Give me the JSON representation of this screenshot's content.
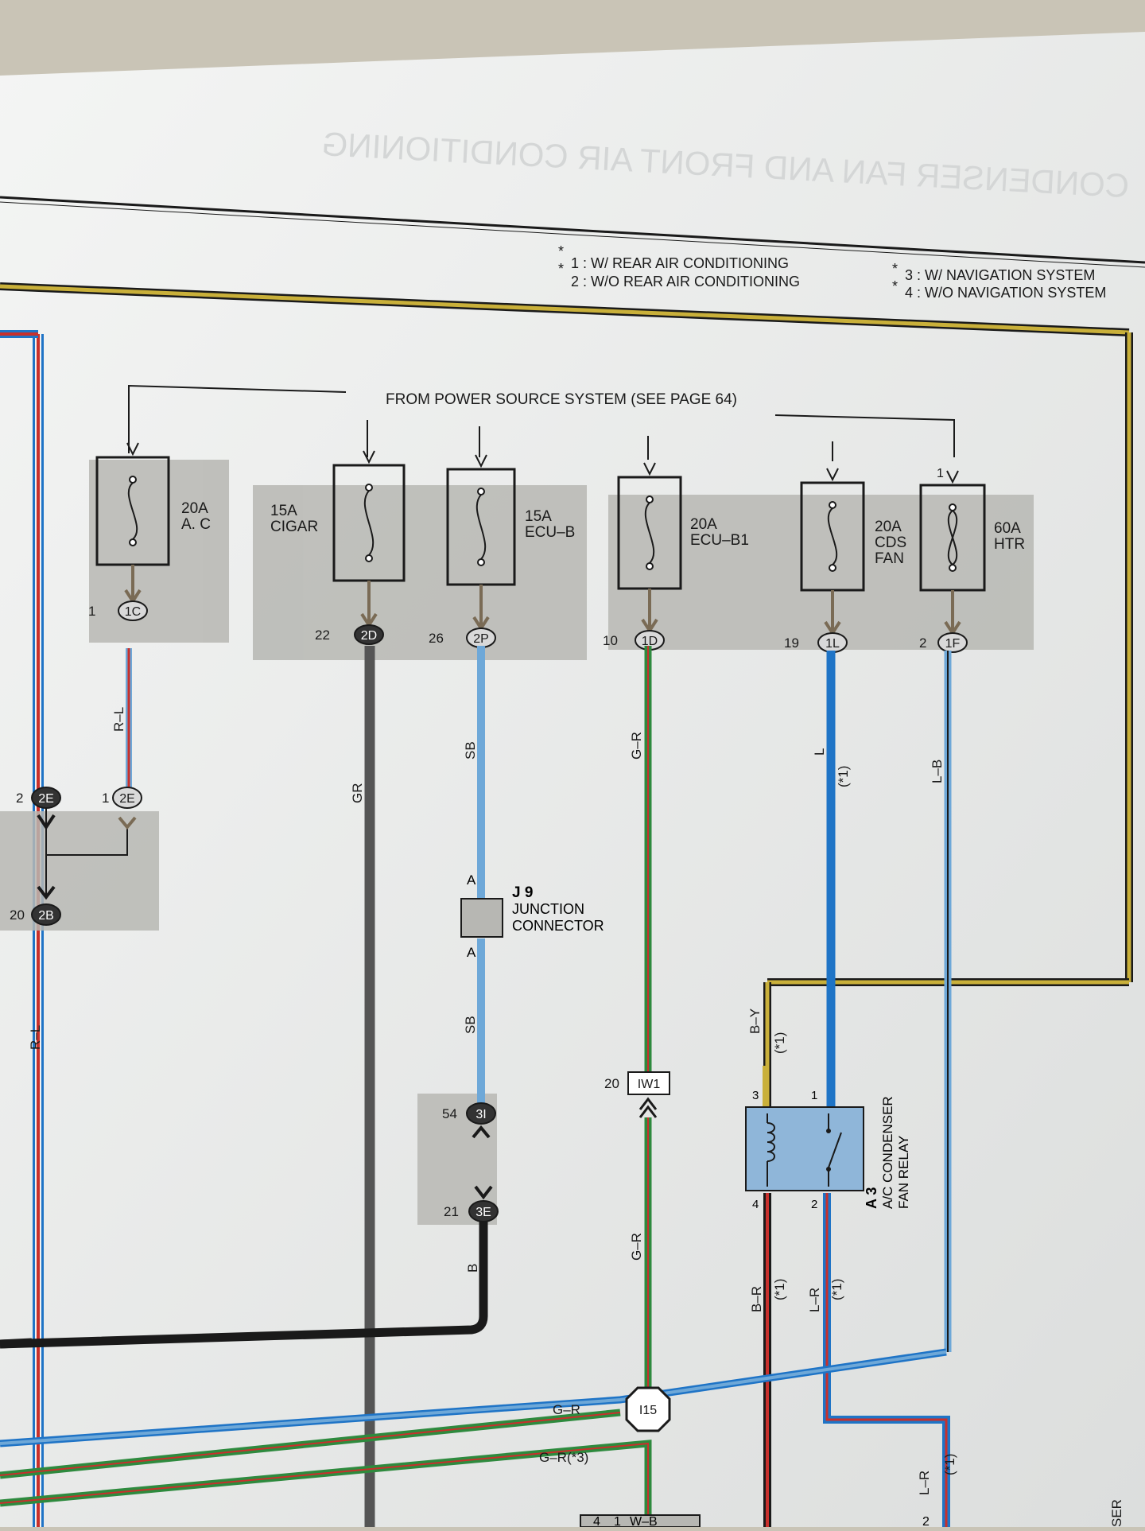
{
  "ghost_title": "CONDENSER FAN AND FRONT AIR CONDITIONING",
  "notes": [
    {
      "star": "*",
      "text": "1 : W/ REAR AIR CONDITIONING"
    },
    {
      "star": "*",
      "text": "2 : W/O REAR AIR CONDITIONING"
    },
    {
      "star": "*",
      "text": "3 : W/ NAVIGATION SYSTEM"
    },
    {
      "star": "*",
      "text": "4 : W/O NAVIGATION SYSTEM"
    }
  ],
  "power_source_label": "FROM POWER SOURCE SYSTEM (SEE PAGE 64)",
  "fuses": [
    {
      "id": "fuse-ac",
      "rating": "20A",
      "name": "A. C",
      "pin": "1",
      "connector": "1C",
      "wire": "R–L"
    },
    {
      "id": "fuse-cigar",
      "rating": "15A",
      "name": "CIGAR",
      "pin": "22",
      "connector": "2D",
      "wire": "GR"
    },
    {
      "id": "fuse-ecu-b",
      "rating": "15A",
      "name": "ECU–B",
      "pin": "26",
      "connector": "2P",
      "wire": "SB"
    },
    {
      "id": "fuse-ecu-b1",
      "rating": "20A",
      "name": "ECU–B1",
      "pin": "10",
      "connector": "1D",
      "wire": "G–R"
    },
    {
      "id": "fuse-cds-fan",
      "rating": "20A",
      "name": "CDS FAN",
      "pin": "19",
      "connector": "1L",
      "wire": "L"
    },
    {
      "id": "fuse-htr",
      "rating": "60A",
      "name": "HTR",
      "pin_top": "1",
      "pin": "2",
      "connector": "1F",
      "wire": "L–B"
    }
  ],
  "connectors": {
    "c2e_left": {
      "pin": "2",
      "label": "2E"
    },
    "c2e_right": {
      "pin": "1",
      "label": "2E"
    },
    "c2b": {
      "pin": "20",
      "label": "2B"
    },
    "c3i": {
      "pin": "54",
      "label": "3I"
    },
    "c3e": {
      "pin": "21",
      "label": "3E"
    },
    "iw1": {
      "pin": "20",
      "label": "IW1"
    },
    "i15": {
      "label": "I15"
    },
    "bottom": {
      "pin": "4",
      "pin2": "1",
      "label": "W–B"
    },
    "bottom_right_pin": "2"
  },
  "junction": {
    "code": "J 9",
    "name_line1": "JUNCTION",
    "name_line2": "CONNECTOR",
    "pin_top": "A",
    "pin_bottom": "A"
  },
  "relay": {
    "code": "A 3",
    "line1": "A/C CONDENSER",
    "line2": "FAN RELAY",
    "pin3": "3",
    "pin1": "1",
    "pin4": "4",
    "pin2": "2"
  },
  "wire_labels": {
    "r_l_top": "R–L",
    "r_l_left": "R–L",
    "sb_lower": "SB",
    "b": "B",
    "g_r_lower": "G–R",
    "star1_l": "(*1)",
    "b_y": "B–Y",
    "star1_by": "(*1)",
    "b_r": "B–R",
    "star1_br": "(*1)",
    "l_r": "L–R",
    "star1_lr": "(*1)",
    "l_r_bottom": "L–R",
    "star1_lr_bottom": "(*1)",
    "g_r_h1": "G–R",
    "g_r_h2": "G–R(*3)",
    "ser": "SER"
  },
  "colors": {
    "paper": "#eceeee",
    "shade": "#b7b7b3",
    "black": "#1a1a1a",
    "gray": "#555555",
    "sky": "#6ea8d8",
    "blue": "#1f74c6",
    "green": "#2e8a3e",
    "red": "#c8302c",
    "yellow": "#c9b03a",
    "brown": "#7a6b55"
  }
}
